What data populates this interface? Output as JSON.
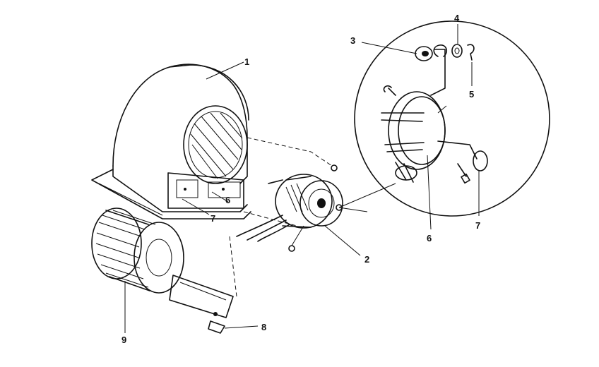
{
  "callouts": {
    "c1": "1",
    "c2": "2",
    "c3": "3",
    "c4": "4",
    "c5": "5",
    "c6_right": "6",
    "c6_housing": "6",
    "c7_right": "7",
    "c7_housing": "7",
    "c8": "8",
    "c9": "9"
  }
}
